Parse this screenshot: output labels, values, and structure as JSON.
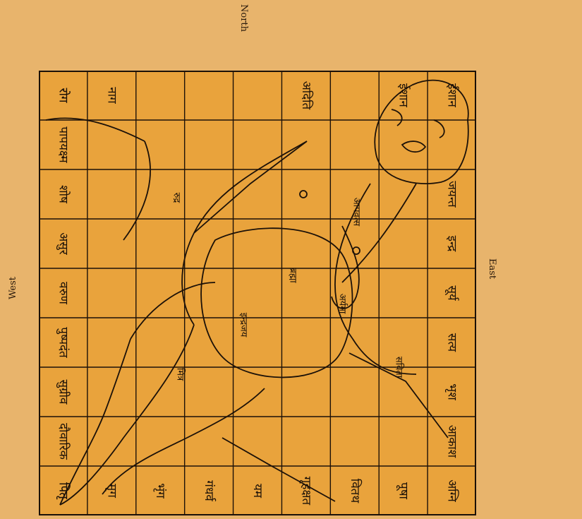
{
  "colors": {
    "background": "#E8B46C",
    "grid_fill": "#E9A33C",
    "ink": "#1c1108"
  },
  "directions": {
    "north": "North",
    "east": "East",
    "west": "West"
  },
  "cells": {
    "top_row": [
      "रोग",
      "नाग",
      "",
      "",
      "",
      "अदिति",
      "",
      "ईशान"
    ],
    "right_col": [
      "ईशान",
      "",
      "जयन्त",
      "इन्द्र",
      "सूर्य",
      "सत्य",
      "भृश",
      "आकाश",
      "अग्नि"
    ],
    "bottom_row": [
      "पूषा",
      "वितथ",
      "गृहक्षत",
      "यम",
      "गंधर्व",
      "भृंग",
      "मृग",
      "पितृ"
    ],
    "left_col": [
      "रोग",
      "पापयक्ष्म",
      "शोष",
      "असुर",
      "वरुण",
      "पुष्पदंत",
      "सुग्रीव",
      "दौवारिक",
      "पितृ"
    ],
    "inner": [
      "ब्रह्मा",
      "मित्र",
      "रुद्र",
      "आपवत्स",
      "अर्यमा",
      "सविता",
      "इन्द्रजय"
    ]
  }
}
